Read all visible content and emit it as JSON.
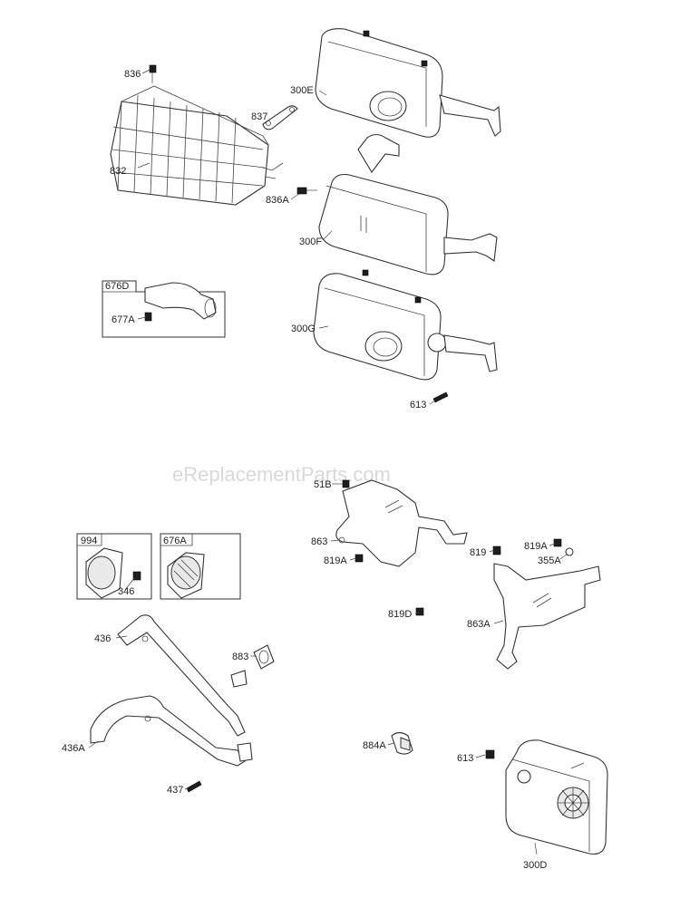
{
  "watermark": "eReplacementParts.com",
  "callouts": {
    "p836": "836",
    "p837": "837",
    "p832": "832",
    "p300E": "300E",
    "p836A": "836A",
    "p300F": "300F",
    "p676D": "676D",
    "p677A": "677A",
    "p300G": "300G",
    "p613a": "613",
    "p51B": "51B",
    "p863": "863",
    "p819A_left": "819A",
    "p819": "819",
    "p819A_right": "819A",
    "p355A": "355A",
    "p994": "994",
    "p346": "346",
    "p676A": "676A",
    "p819D": "819D",
    "p863A": "863A",
    "p436": "436",
    "p883": "883",
    "p436A": "436A",
    "p884A": "884A",
    "p613b": "613",
    "p437": "437",
    "p300D": "300D"
  }
}
